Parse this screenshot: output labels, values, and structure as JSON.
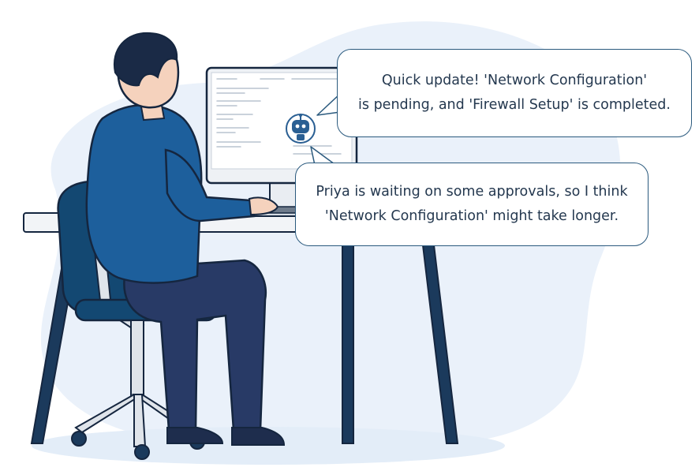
{
  "illustration": {
    "subject": "person-at-computer-with-chatbot",
    "colors": {
      "outline": "#15263f",
      "hoodie": "#1d5f9c",
      "pants": "#283a66",
      "chair": "#134872",
      "hair": "#1a2a46",
      "skin": "#f5d2bd",
      "background_blob": "#eaf1fa",
      "robot_accent": "#2a5f93"
    }
  },
  "chat": {
    "messages": [
      {
        "speaker": "assistant-bot",
        "lines": [
          "Quick update! 'Network Configuration'",
          "is pending, and 'Firewall Setup' is completed."
        ]
      },
      {
        "speaker": "user",
        "lines": [
          "Priya is waiting on some approvals, so I think",
          "'Network Configuration' might take longer."
        ]
      }
    ]
  }
}
